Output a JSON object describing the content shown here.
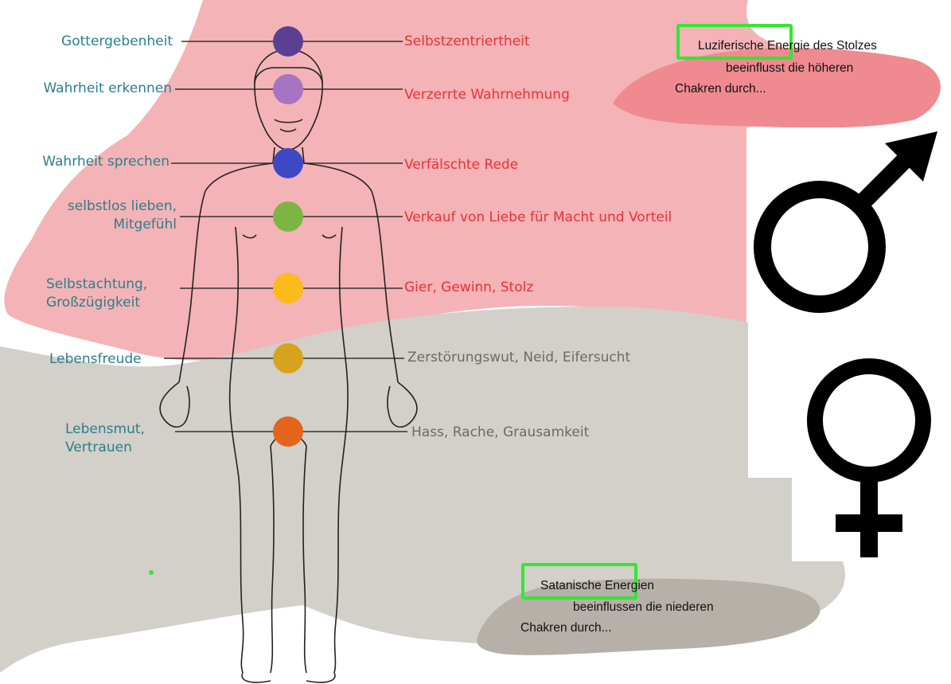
{
  "colors": {
    "upper_cloud": "#f4b3b6",
    "upper_cloud_dark": "#ef8a90",
    "lower_cloud": "#d3cfc9",
    "lower_cloud_dark": "#b7b0a9",
    "virtue_text": "#2a7f8c",
    "vice_text": "#e8323a",
    "shadow_text": "#6b6b6b",
    "highlight": "#33e633"
  },
  "chakras": [
    {
      "virtue": "Gottergebenheit",
      "vice": "Selbstzentriertheit",
      "color": "#5a3f92"
    },
    {
      "virtue": "Wahrheit erkennen",
      "vice": "Verzerrte Wahrnehmung",
      "color": "#a774c4"
    },
    {
      "virtue": "Wahrheit sprechen",
      "vice": "Verfälschte Rede",
      "color": "#3d49c4"
    },
    {
      "virtue": "selbstlos lieben,",
      "virtue2": "Mitgefühl",
      "vice": "Verkauf von Liebe für Macht und Vorteil",
      "color": "#7db543"
    },
    {
      "virtue": "Selbstachtung,",
      "virtue2": "Großzügigkeit",
      "vice": "Gier, Gewinn, Stolz",
      "color": "#fbbb1a"
    },
    {
      "virtue": "Lebensfreude",
      "vice": "Zerstörungswut, Neid, Eifersucht",
      "color": "#d8a31c"
    },
    {
      "virtue": "Lebensmut,",
      "virtue2": "Vertrauen",
      "vice": "Hass, Rache, Grausamkeit",
      "color": "#e3641b"
    }
  ],
  "notes": {
    "upper": {
      "line1": "Luziferische Energie des Stolzes",
      "line2": "beeinflusst die höheren",
      "line3": "Chakren durch..."
    },
    "lower": {
      "line1": "Satanische Energien",
      "line2": "beeinflussen die niederen",
      "line3": "Chakren durch..."
    }
  },
  "symbols": {
    "male": "male-symbol",
    "female": "female-symbol"
  }
}
